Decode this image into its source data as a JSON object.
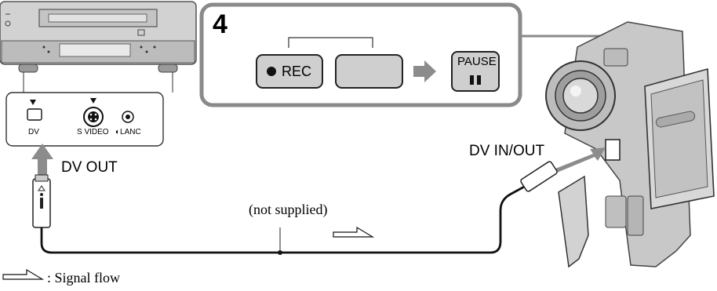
{
  "step": {
    "number": "4",
    "rec_button": "REC",
    "pause_button_line1": "PAUSE",
    "pause_icon": "pause-bars-icon"
  },
  "vcr_panel": {
    "dv_jack": "DV",
    "svideo_jack": "S VIDEO",
    "lanc_jack": "LANC",
    "lanc_icon": "lanc-symbol-icon"
  },
  "labels": {
    "dv_out": "DV OUT",
    "dv_in_out": "DV IN/OUT",
    "cable_note": "(not supplied)"
  },
  "legend": {
    "arrow_icon": "signal-flow-arrow-icon",
    "text": ": Signal flow"
  },
  "colors": {
    "box_border": "#8a8a8a",
    "button_fill": "#d0d0d0",
    "arrow_gray": "#8c8c8c",
    "device_gray": "#c8c8c8"
  }
}
